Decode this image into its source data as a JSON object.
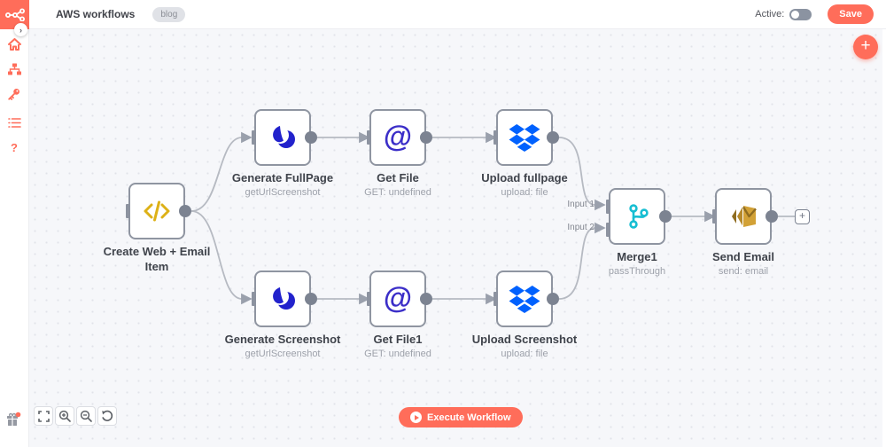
{
  "header": {
    "title": "AWS workflows",
    "tag": "blog",
    "active_label": "Active:",
    "save_label": "Save"
  },
  "sidebar": {
    "items": [
      "home",
      "executions",
      "credentials",
      "templates",
      "help"
    ],
    "help_glyph": "?"
  },
  "canvas": {
    "nodes": [
      {
        "id": "create-item",
        "label": "Create Web + Email Item",
        "subtitle": "",
        "icon": "code-icon"
      },
      {
        "id": "generate-fullpage",
        "label": "Generate FullPage",
        "subtitle": "getUrlScreenshot",
        "icon": "uproc-icon"
      },
      {
        "id": "get-file",
        "label": "Get File",
        "subtitle": "GET: undefined",
        "icon": "http-at-icon"
      },
      {
        "id": "upload-fullpage",
        "label": "Upload fullpage",
        "subtitle": "upload: file",
        "icon": "dropbox-icon"
      },
      {
        "id": "generate-screenshot",
        "label": "Generate Screenshot",
        "subtitle": "getUrlScreenshot",
        "icon": "uproc-icon"
      },
      {
        "id": "get-file1",
        "label": "Get File1",
        "subtitle": "GET: undefined",
        "icon": "http-at-icon"
      },
      {
        "id": "upload-screenshot",
        "label": "Upload Screenshot",
        "subtitle": "upload: file",
        "icon": "dropbox-icon"
      },
      {
        "id": "merge1",
        "label": "Merge1",
        "subtitle": "passThrough",
        "icon": "merge-icon",
        "inputs": [
          "Input 1",
          "Input 2"
        ]
      },
      {
        "id": "send-email",
        "label": "Send Email",
        "subtitle": "send: email",
        "icon": "aws-ses-icon"
      }
    ],
    "add_node_label": "+"
  },
  "controls": {
    "execute_label": "Execute Workflow"
  },
  "colors": {
    "accent": "#ff6d5a",
    "node_border": "#8f95a1",
    "connector": "#b6bac2",
    "code_icon": "#ddb117",
    "uproc_icon": "#2222cc",
    "http_icon": "#3b2ec8",
    "dropbox_icon": "#0061fe",
    "merge_icon": "#17bed2",
    "ses_icon": "#d2a136"
  }
}
